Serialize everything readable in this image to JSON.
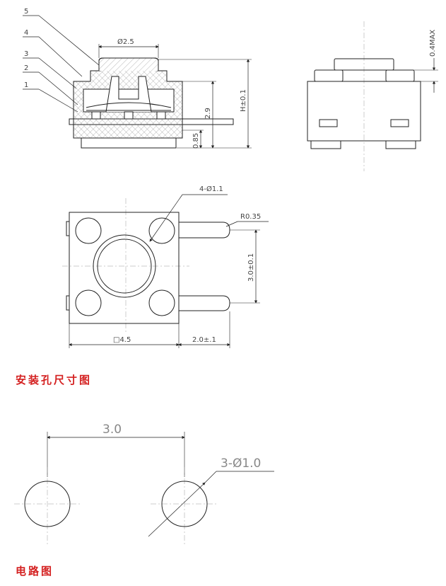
{
  "part_labels": [
    "5",
    "4",
    "3",
    "2",
    "1"
  ],
  "side_view": {
    "diameter": "Ø2.5",
    "height": "H±0.1",
    "height_2": "2.9",
    "height_3": "0.85"
  },
  "front_view": {
    "max_label": "0.4MAX"
  },
  "top_view": {
    "holes": "4-Ø1.1",
    "radius": "R0.35",
    "pitch": "3.0±0.1",
    "body": "□4.5",
    "lead": "2.0±.1"
  },
  "section_mount": {
    "heading": "安装孔尺寸图",
    "pitch": "3.0",
    "holes": "3-Ø1.0"
  },
  "section_circuit": {
    "heading": "电路图"
  },
  "colors": {
    "heading": "#d42020",
    "line": "#222222",
    "center_line": "#999999"
  }
}
